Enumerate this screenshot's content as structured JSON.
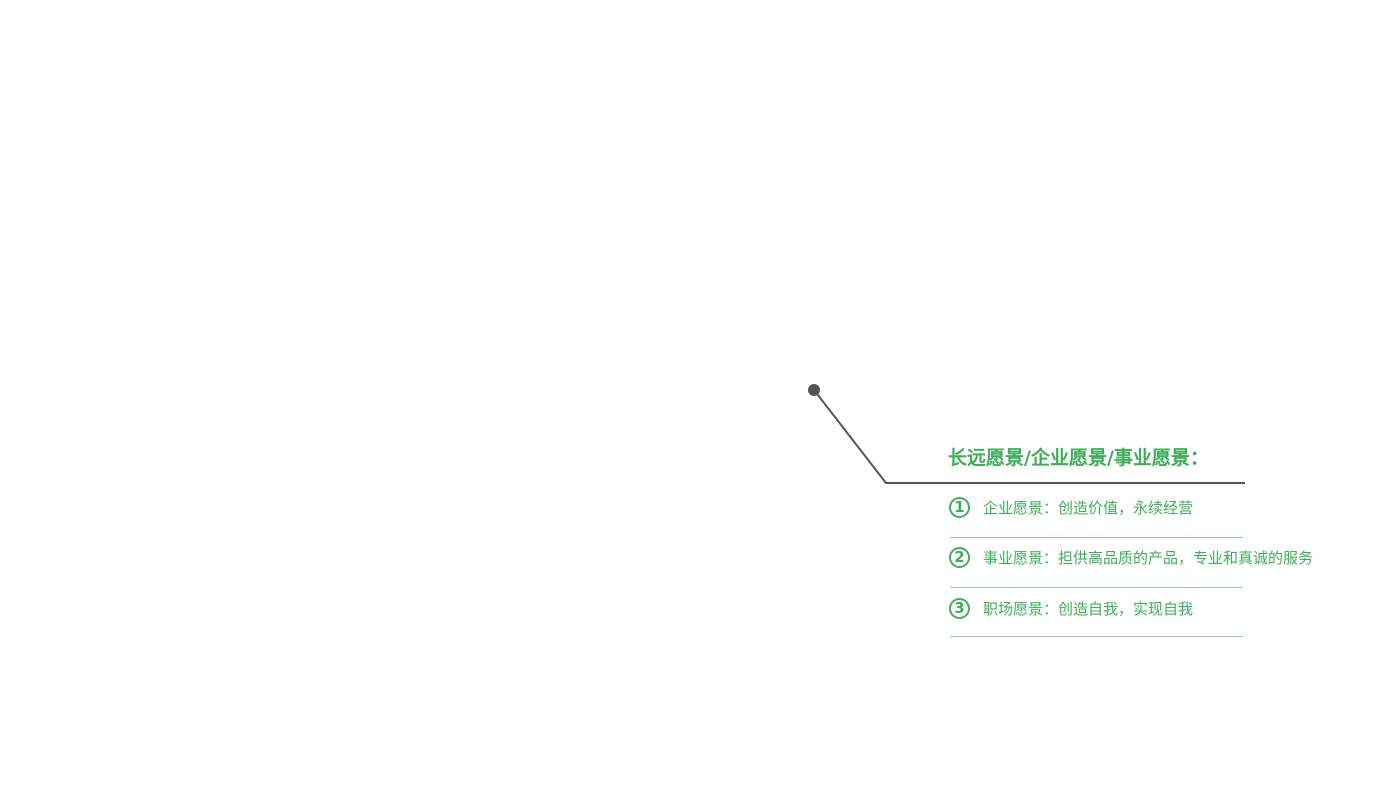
{
  "callout": {
    "title": "长远愿景/企业愿景/事业愿景：",
    "items": [
      {
        "number": "1",
        "text": "企业愿景：创造价值，永续经营"
      },
      {
        "number": "2",
        "text": "事业愿景：担供高品质的产品，专业和真诚的服务"
      },
      {
        "number": "3",
        "text": "职场愿景：创造自我，实现自我"
      }
    ]
  },
  "colors": {
    "accent": "#3fae5a",
    "divider": "#8fd09f",
    "leader_line": "#555555"
  }
}
